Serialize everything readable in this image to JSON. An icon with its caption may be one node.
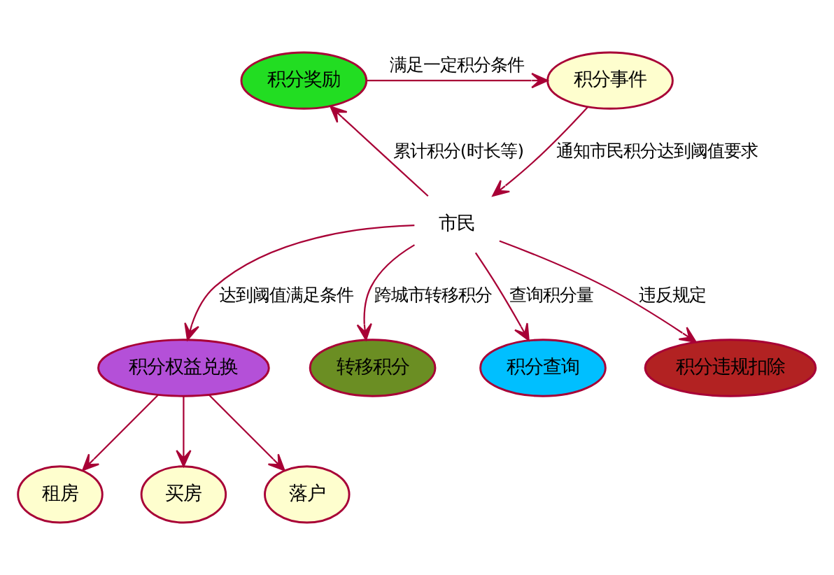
{
  "diagram": {
    "nodes": [
      {
        "text": [
          "积分奖励"
        ]
      },
      {
        "text": [
          "积分事件"
        ]
      },
      {
        "text": [
          "市民"
        ]
      },
      {
        "text": [
          "积分权益兑换"
        ]
      },
      {
        "text": [
          "转移积分"
        ]
      },
      {
        "text": [
          "积分查询"
        ]
      },
      {
        "text": [
          "积分违规扣除"
        ]
      },
      {
        "text": [
          "租房"
        ]
      },
      {
        "text": [
          "买房"
        ]
      },
      {
        "text": [
          "落户"
        ]
      }
    ],
    "edges": [
      {
        "from": 2,
        "to": 0,
        "arrow": "to",
        "label": "累计积分(时长等)"
      },
      {
        "from": 0,
        "to": 1,
        "arrow": "to",
        "label": "满足一定积分条件"
      },
      {
        "from": 1,
        "to": 2,
        "arrow": "to",
        "label": "通知市民积分达到阈值要求"
      },
      {
        "from": 2,
        "to": 3,
        "arrow": "to",
        "label": "达到阈值满足条件"
      },
      {
        "from": 2,
        "to": 4,
        "arrow": "to",
        "label": "跨城市转移积分"
      },
      {
        "from": 2,
        "to": 5,
        "arrow": "to",
        "label": "查询积分量"
      },
      {
        "from": 2,
        "to": 6,
        "arrow": "to",
        "label": "违反规定"
      },
      {
        "from": 3,
        "to": 7,
        "arrow": "to"
      },
      {
        "from": 3,
        "to": 8,
        "arrow": "to"
      },
      {
        "from": 3,
        "to": 9,
        "arrow": "to"
      }
    ]
  }
}
